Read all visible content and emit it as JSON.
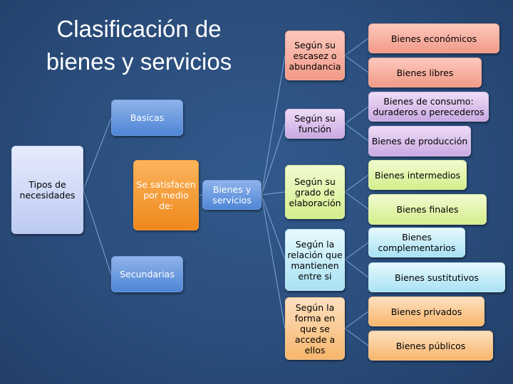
{
  "title": {
    "line1": "Clasificación de",
    "line2": "bienes y servicios"
  },
  "nodes": {
    "root": "Tipos de necesidades",
    "basicas": "Basicas",
    "secundarias": "Secundarias",
    "satisfacen": "Se satisfacen por medio de:",
    "bienes": "Bienes y servicios"
  },
  "groups": [
    {
      "label": "Según su escasez o abundancia",
      "color": "#f29a88",
      "items": [
        "Bienes económicos",
        "Bienes libres"
      ]
    },
    {
      "label": "Según su función",
      "color": "#c9a9e2",
      "items": [
        "Bienes de consumo: duraderos o perecederos",
        "Bienes de producción"
      ]
    },
    {
      "label": "Según su grado de elaboración",
      "color": "#d4ee8c",
      "items": [
        "Bienes intermedios",
        "Bienes finales"
      ]
    },
    {
      "label": "Según la relación que mantienen entre si",
      "color": "#a9e2f4",
      "items": [
        "Bienes complementarios",
        "Bienes sustitutivos"
      ]
    },
    {
      "label": "Según la forma en que se accede a ellos",
      "color": "#f7b66c",
      "items": [
        "Bienes privados",
        "Bienes públicos"
      ]
    }
  ]
}
